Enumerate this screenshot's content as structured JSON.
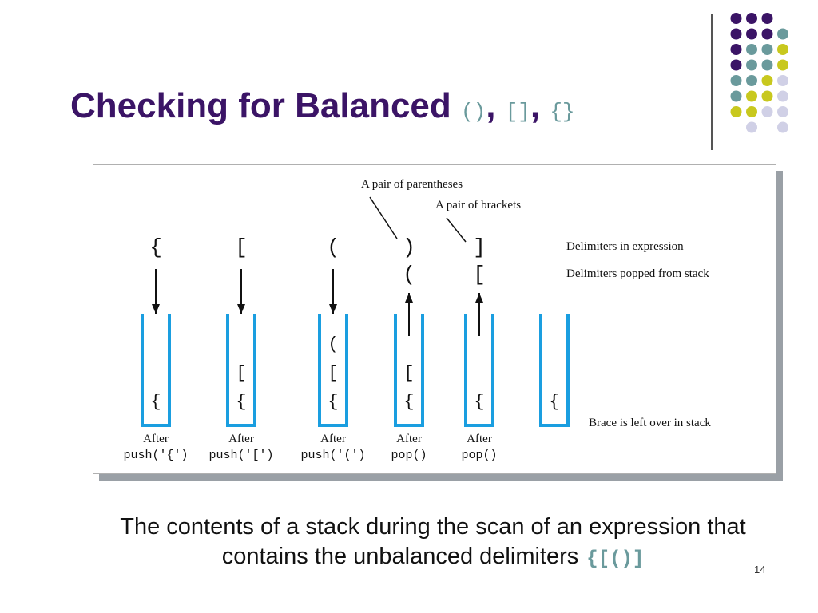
{
  "title": {
    "text": "Checking for Balanced",
    "d1": "()",
    "sep1": ",",
    "d2": "[]",
    "sep2": ",",
    "d3": "{}"
  },
  "figure": {
    "annotations": {
      "pair_parentheses": "A pair of parentheses",
      "pair_brackets": "A pair of brackets"
    },
    "legend": {
      "in_expression": "Delimiters in expression",
      "popped": "Delimiters popped from stack",
      "left_over": "Brace is left over in stack"
    },
    "columns": [
      {
        "incoming": "{",
        "popped": "",
        "arrow": "down",
        "stack": [
          "{"
        ],
        "line1": "After",
        "line2": "push('{')"
      },
      {
        "incoming": "[",
        "popped": "",
        "arrow": "down",
        "stack": [
          "{",
          "["
        ],
        "line1": "After",
        "line2": "push('[')"
      },
      {
        "incoming": "(",
        "popped": "",
        "arrow": "down",
        "stack": [
          "{",
          "[",
          "("
        ],
        "line1": "After",
        "line2": "push('(')"
      },
      {
        "incoming": ")",
        "popped": "(",
        "arrow": "up",
        "stack": [
          "{",
          "["
        ],
        "line1": "After",
        "line2": "pop()"
      },
      {
        "incoming": "]",
        "popped": "[",
        "arrow": "up",
        "stack": [
          "{"
        ],
        "line1": "After",
        "line2": "pop()"
      },
      {
        "incoming": "",
        "popped": "",
        "arrow": "none",
        "stack": [
          "{"
        ],
        "line1": "",
        "line2": ""
      }
    ],
    "stack_color": "#1a9ee0"
  },
  "caption": {
    "line1": "The contents of a stack during the scan of an expression that",
    "line2": "contains the unbalanced delimiters",
    "expression": "{[()]"
  },
  "slide_number": "14",
  "colors": {
    "title": "#3b1466",
    "mono_accent": "#6a9a9c",
    "dot_purple": "#3b1466",
    "dot_teal": "#6a9a9c",
    "dot_yellow": "#c8c81e",
    "dot_lavender": "#d0d0e6"
  }
}
